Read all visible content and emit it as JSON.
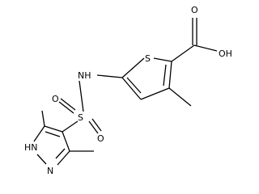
{
  "structure": {
    "atoms": {
      "S_ring": "S",
      "OH": "OH",
      "O_carbonyl": "O",
      "NH": "NH",
      "S_sulfonyl": "S",
      "O_left": "O",
      "O_right": "O",
      "HN": "HN",
      "N": "N"
    }
  }
}
